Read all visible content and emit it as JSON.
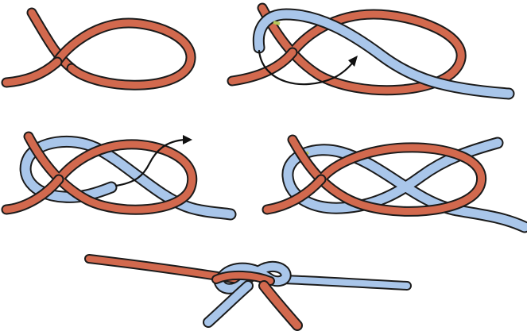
{
  "figure": {
    "description_visible_text": "",
    "rope_colors": {
      "rope_a": "#d2694e",
      "rope_b": "#a9c6ea",
      "outline": "#1b1b1b",
      "tape": "#b6c85a",
      "arrow": "#111111"
    },
    "panels": [
      {
        "id": "step-1",
        "ropes": [
          "rope_a"
        ],
        "arrows": 0
      },
      {
        "id": "step-2",
        "ropes": [
          "rope_a",
          "rope_b"
        ],
        "arrows": 1
      },
      {
        "id": "step-3",
        "ropes": [
          "rope_a",
          "rope_b"
        ],
        "arrows": 1
      },
      {
        "id": "step-4",
        "ropes": [
          "rope_a",
          "rope_b"
        ],
        "arrows": 0
      },
      {
        "id": "step-5",
        "ropes": [
          "rope_a",
          "rope_b"
        ],
        "arrows": 0
      }
    ]
  }
}
